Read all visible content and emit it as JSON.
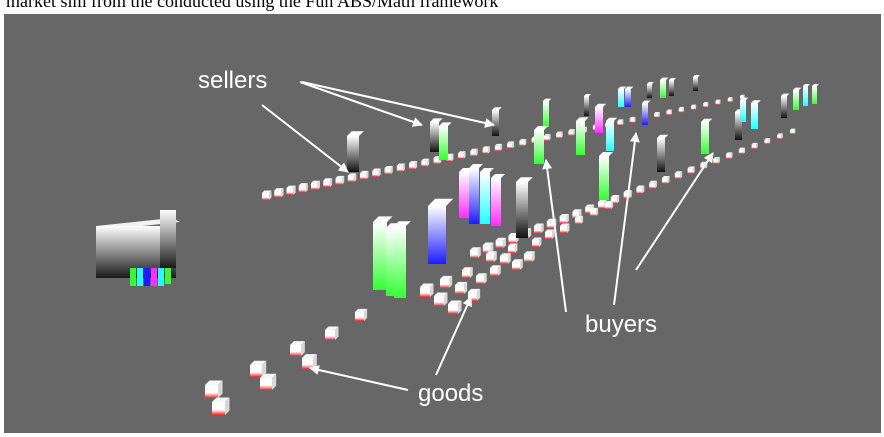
{
  "caption": {
    "text": "market sim from the conducted using the Fun ABS/Math framework"
  },
  "labels": {
    "sellers": "sellers",
    "buyers": "buyers",
    "goods": "goods"
  },
  "colors": {
    "background": "#666766",
    "green": "#39ff39",
    "blue": "#2a2aff",
    "magenta": "#ff3cff",
    "cyan": "#3cffff",
    "black": "#1a1a1a",
    "good": "#ff3030",
    "arrow": "#ffffff"
  }
}
